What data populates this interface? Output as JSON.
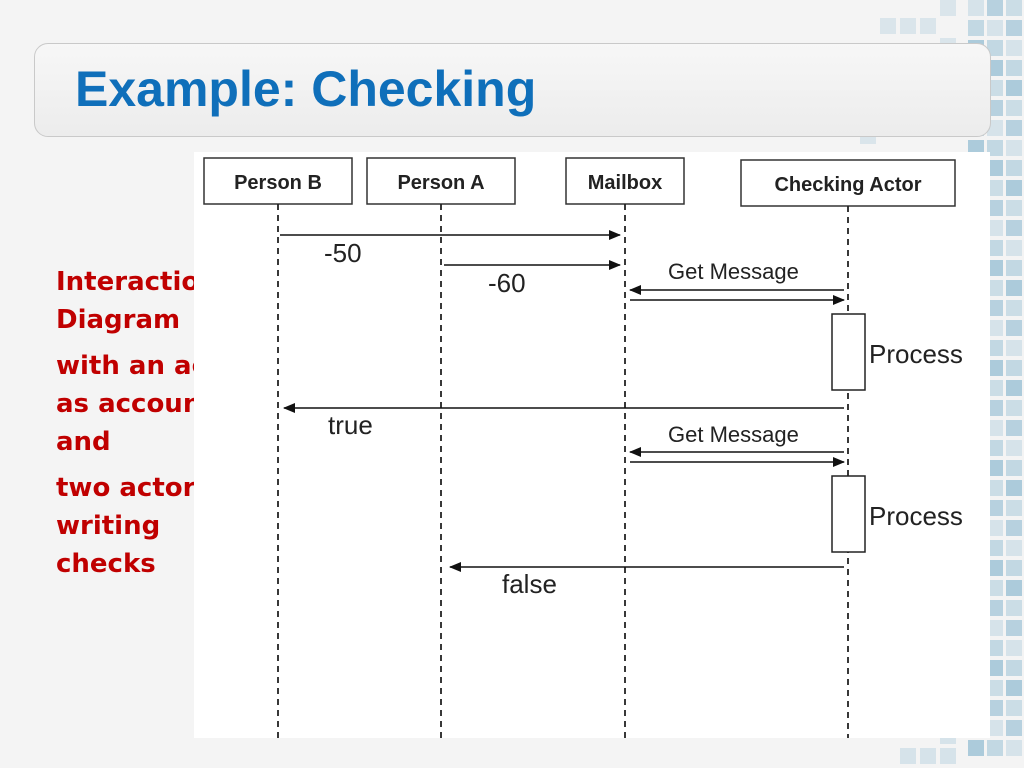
{
  "slide": {
    "title": "Example: Checking",
    "caption": [
      "Interaction Diagram",
      "with an actor as account and",
      "two actors writing checks"
    ]
  },
  "diagram": {
    "participants": [
      "Person B",
      "Person A",
      "Mailbox",
      "Checking Actor"
    ],
    "messages": [
      "-50",
      "-60",
      "Get Message",
      "Process",
      "true",
      "Get Message",
      "Process",
      "false"
    ]
  },
  "colors": {
    "title": "#0f6fba",
    "caption": "#c00000",
    "deco_tile": "#9ec3d6"
  }
}
